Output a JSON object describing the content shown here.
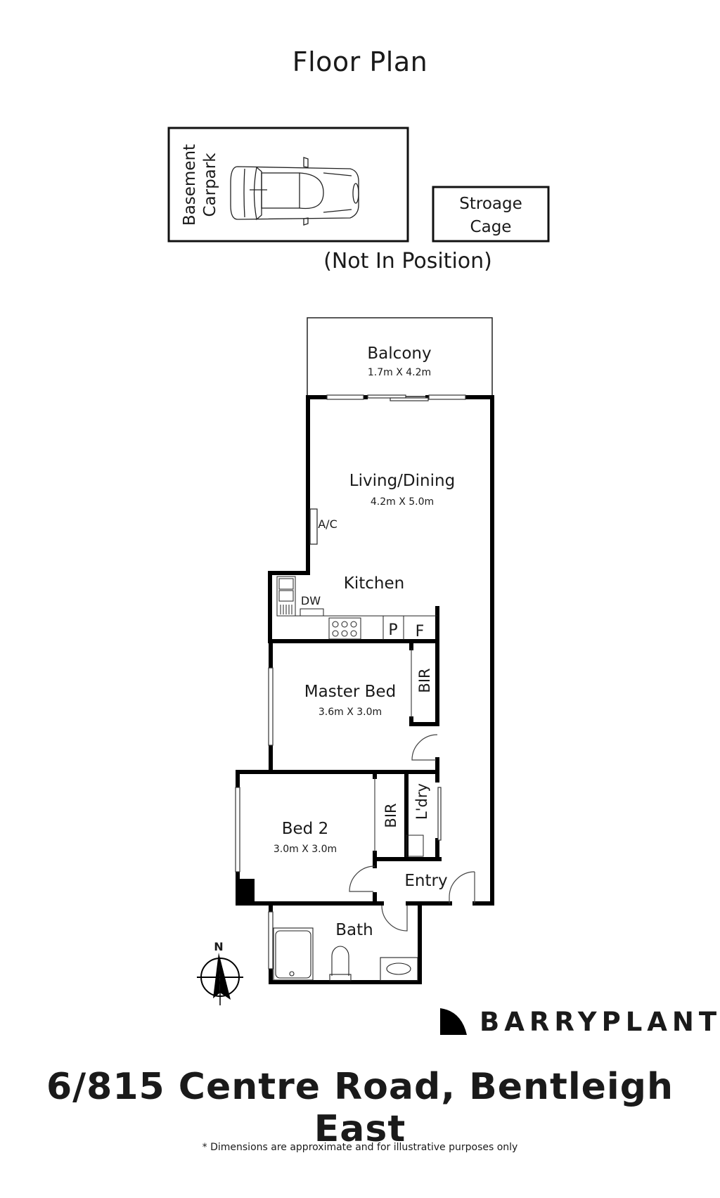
{
  "header": {
    "title": "Floor Plan"
  },
  "parking": {
    "carpark_label_line1": "Basement",
    "carpark_label_line2": "Carpark",
    "storage_line1": "Stroage",
    "storage_line2": "Cage",
    "note": "(Not In Position)"
  },
  "rooms": {
    "balcony": {
      "name": "Balcony",
      "dims": "1.7m X 4.2m"
    },
    "living": {
      "name": "Living/Dining",
      "dims": "4.2m X 5.0m"
    },
    "ac": {
      "name": "A/C"
    },
    "kitchen": {
      "name": "Kitchen"
    },
    "dw": {
      "name": "DW"
    },
    "pantry": {
      "name": "P"
    },
    "fridge": {
      "name": "F"
    },
    "master": {
      "name": "Master Bed",
      "dims": "3.6m X 3.0m"
    },
    "master_bir": {
      "name": "BIR"
    },
    "bed2": {
      "name": "Bed 2",
      "dims": "3.0m X 3.0m"
    },
    "bed2_bir": {
      "name": "BIR"
    },
    "laundry": {
      "name": "L'dry"
    },
    "entry": {
      "name": "Entry"
    },
    "bath": {
      "name": "Bath"
    }
  },
  "compass": {
    "label": "N"
  },
  "brand": {
    "name": "BARRYPLANT"
  },
  "footer": {
    "address": "6/815 Centre Road, Bentleigh East",
    "disclaimer": "* Dimensions are approximate and for illustrative purposes only"
  }
}
